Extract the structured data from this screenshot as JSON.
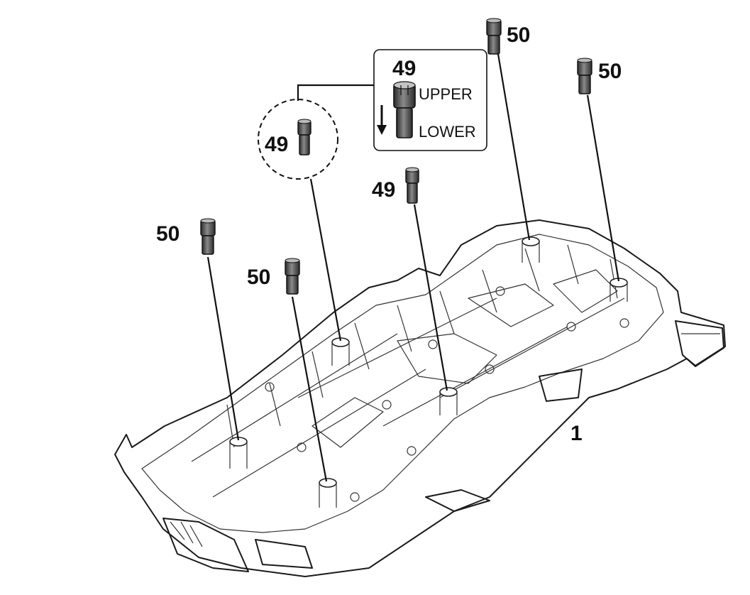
{
  "diagram": {
    "parts": {
      "body": {
        "number": "1"
      },
      "pin_49": {
        "number": "49"
      },
      "pin_50": {
        "number": "50"
      }
    },
    "inset": {
      "number": "49",
      "upper_label": "UPPER",
      "lower_label": "LOWER"
    },
    "colors": {
      "line": "#1a1a1a",
      "pin_fill": "#4a4a4a",
      "background": "#ffffff"
    }
  }
}
